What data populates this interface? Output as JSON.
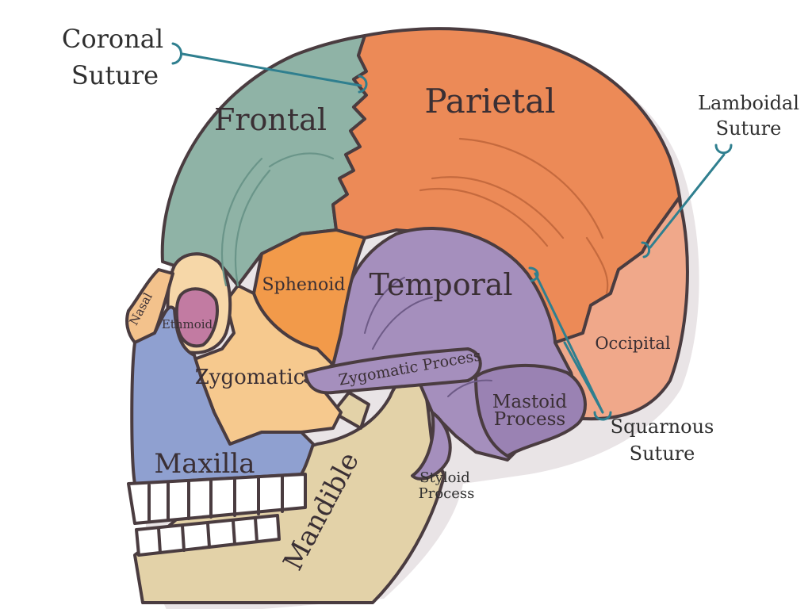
{
  "colors": {
    "frontal": "#8fb3a6",
    "parietal": "#ec8a57",
    "occipital": "#f0a88a",
    "temporal": "#a58fbd",
    "sphenoid": "#f29a4a",
    "zygomatic": "#f6c98e",
    "maxilla": "#8fa0d0",
    "nasal": "#f3c28c",
    "ethmoid": "#c27ba2",
    "mandible": "#e3d2a8",
    "teeth": "#ffffff",
    "outline": "#4a3c40",
    "suture_line": "#2f7f8f"
  },
  "labels": {
    "coronal_suture": [
      "Coronal",
      "Suture"
    ],
    "lamboidal_suture": [
      "Lamboidal",
      "Suture"
    ],
    "squarnous_suture": [
      "Squarnous",
      "Suture"
    ],
    "styloid_process": [
      "Styloid",
      "Process"
    ],
    "mastoid_process": [
      "Mastoid",
      "Process"
    ],
    "frontal": "Frontal",
    "parietal": "Parietal",
    "temporal": "Temporal",
    "sphenoid": "Sphenoid",
    "occipital": "Occipital",
    "nasal": "Nasal",
    "ethmoid": "Ethmoid",
    "zygomatic": "Zygomatic",
    "zygomatic_process": "Zygomatic  Process",
    "maxilla": "Maxilla",
    "mandible": "Mandible"
  }
}
